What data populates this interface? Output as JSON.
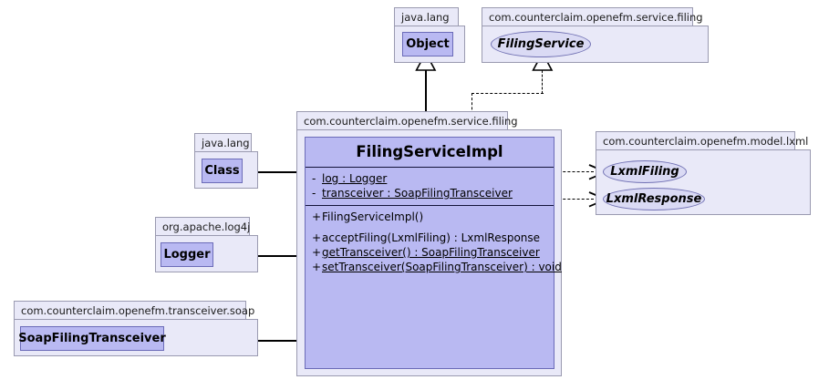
{
  "diagram": {
    "title": "FilingServiceImpl UML class diagram",
    "colors": {
      "class_fill": "#b9b9f2",
      "class_border": "#6b6bb8",
      "package_fill": "#e9e9f8",
      "package_border": "#9a9ab0",
      "interface_fill": "#dadaf4",
      "line": "#000000",
      "background": "#ffffff"
    }
  },
  "packages": {
    "java_lang_object": {
      "label": "java.lang"
    },
    "service_filing_iface": {
      "label": "com.counterclaim.openefm.service.filing"
    },
    "service_filing_impl": {
      "label": "com.counterclaim.openefm.service.filing"
    },
    "java_lang_class": {
      "label": "java.lang"
    },
    "log4j": {
      "label": "org.apache.log4j"
    },
    "transceiver_soap": {
      "label": "com.counterclaim.openefm.transceiver.soap"
    },
    "model_lxml": {
      "label": "com.counterclaim.openefm.model.lxml"
    }
  },
  "nodes": {
    "object": {
      "name": "Object",
      "kind": "class"
    },
    "filing_service": {
      "name": "FilingService",
      "kind": "interface"
    },
    "class": {
      "name": "Class",
      "kind": "class"
    },
    "logger": {
      "name": "Logger",
      "kind": "class"
    },
    "soap_filing_transceiver": {
      "name": "SoapFilingTransceiver",
      "kind": "class"
    },
    "lxml_filing": {
      "name": "LxmlFiling",
      "kind": "interface"
    },
    "lxml_response": {
      "name": "LxmlResponse",
      "kind": "interface"
    }
  },
  "main_class": {
    "name": "FilingServiceImpl",
    "attributes": [
      {
        "visibility": "-",
        "text": "log : Logger",
        "static": true
      },
      {
        "visibility": "-",
        "text": "transceiver : SoapFilingTransceiver",
        "static": true
      }
    ],
    "constructors": [
      {
        "visibility": "+",
        "text": "FilingServiceImpl()",
        "static": false
      }
    ],
    "operations": [
      {
        "visibility": "+",
        "text": "acceptFiling(LxmlFiling) : LxmlResponse",
        "static": false
      },
      {
        "visibility": "+",
        "text": "getTransceiver() : SoapFilingTransceiver",
        "static": true
      },
      {
        "visibility": "+",
        "text": "setTransceiver(SoapFilingTransceiver) : void",
        "static": true
      }
    ]
  },
  "relationships": [
    {
      "kind": "generalization",
      "from": "FilingServiceImpl",
      "to": "Object",
      "style": "solid"
    },
    {
      "kind": "realization",
      "from": "FilingServiceImpl",
      "to": "FilingService",
      "style": "dashed"
    },
    {
      "kind": "association",
      "from": "FilingServiceImpl",
      "to": "Class",
      "style": "solid"
    },
    {
      "kind": "association",
      "from": "FilingServiceImpl",
      "to": "Logger",
      "style": "solid"
    },
    {
      "kind": "association",
      "from": "FilingServiceImpl",
      "to": "SoapFilingTransceiver",
      "style": "solid"
    },
    {
      "kind": "dependency",
      "from": "FilingServiceImpl",
      "to": "LxmlFiling",
      "style": "dashed"
    },
    {
      "kind": "dependency",
      "from": "FilingServiceImpl",
      "to": "LxmlResponse",
      "style": "dashed"
    }
  ]
}
